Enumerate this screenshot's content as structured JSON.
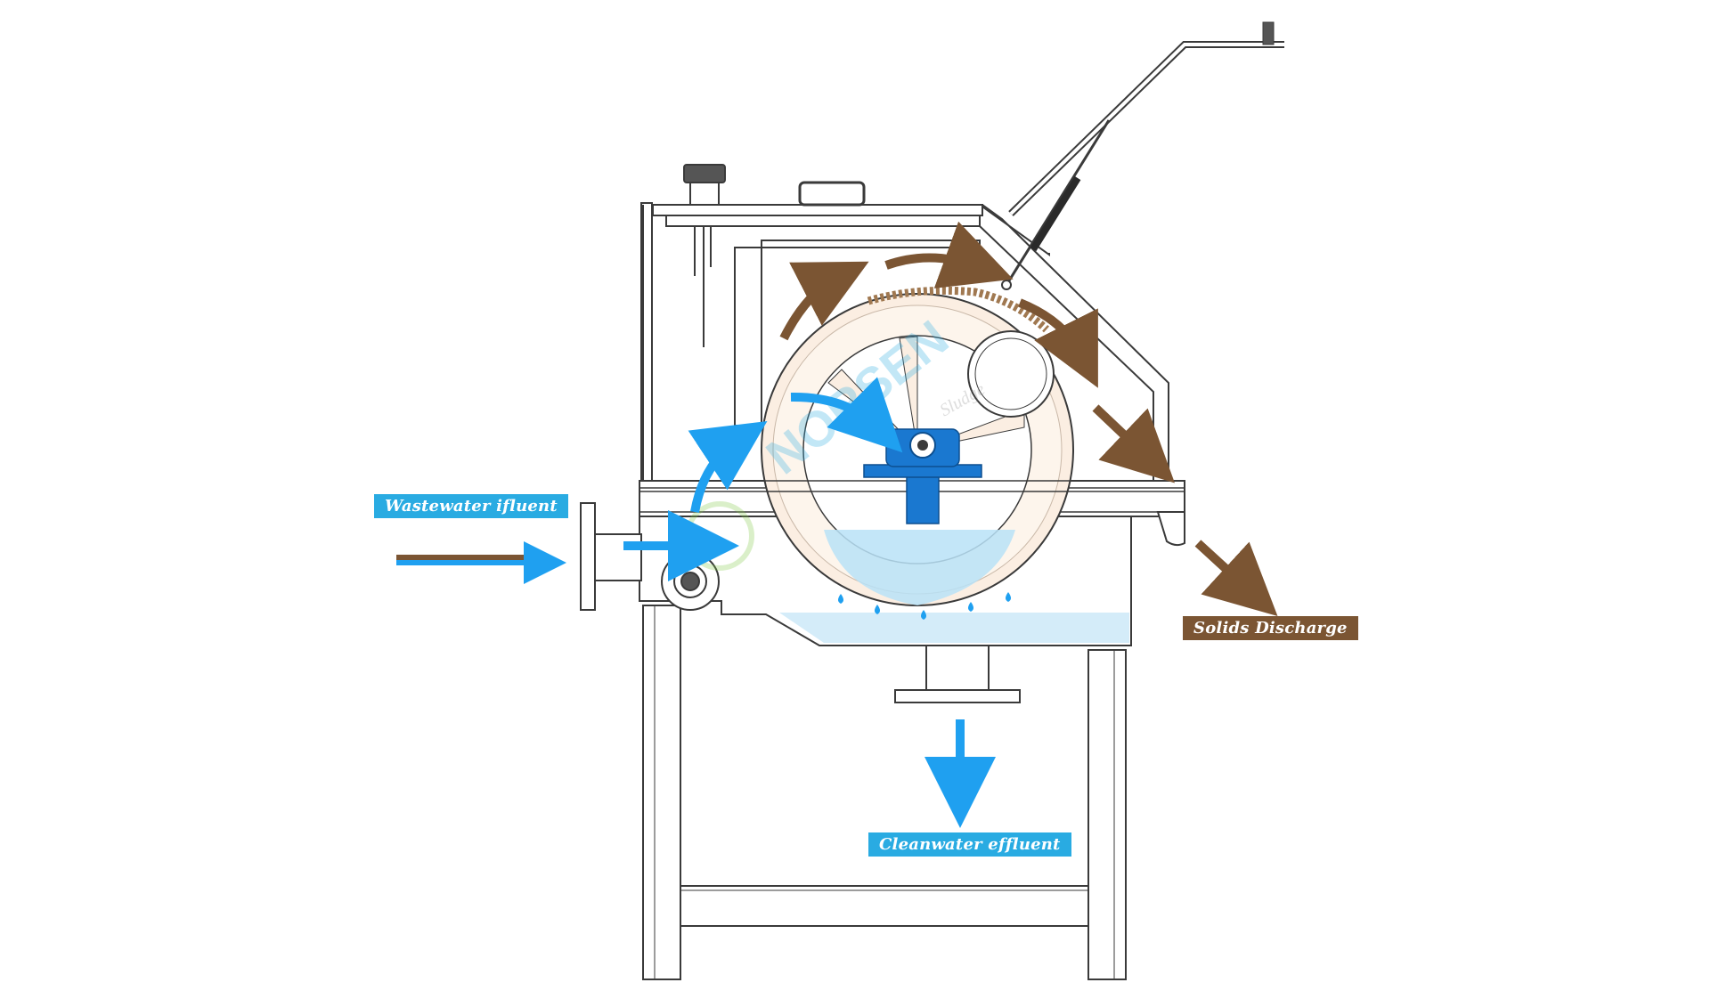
{
  "labels": {
    "influent": "Wastewater ifluent",
    "effluent": "Cleanwater effluent",
    "solids": "Solids Discharge"
  },
  "watermark": {
    "brand": "NORSEN",
    "tagline": "Sludge"
  },
  "colors": {
    "water": "#1fa0f0",
    "water_label": "#29abe2",
    "solids": "#7b5533",
    "solids_label": "#7b5533",
    "outline": "#3a3a3a",
    "drum_face": "#fbeee2",
    "water_fill": "#cfeaf8",
    "bearing": "#1a78d0"
  }
}
